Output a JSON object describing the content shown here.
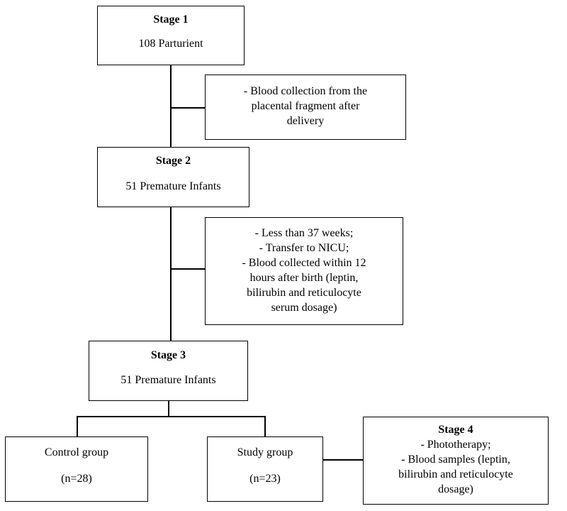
{
  "stage1": {
    "title": "Stage 1",
    "body": "108 Parturient"
  },
  "note1": {
    "lines": [
      "- Blood collection from the",
      "placental fragment after",
      "delivery"
    ]
  },
  "stage2": {
    "title": "Stage 2",
    "body": "51 Premature Infants"
  },
  "note2": {
    "lines": [
      "- Less than 37 weeks;",
      "- Transfer to NICU;",
      "- Blood collected within 12",
      "hours after birth (leptin,",
      "bilirubin and reticulocyte",
      "serum dosage)"
    ]
  },
  "stage3": {
    "title": "Stage 3",
    "body": "51 Premature Infants"
  },
  "control": {
    "label": "Control group",
    "count": "(n=28)"
  },
  "study": {
    "label": "Study group",
    "count": "(n=23)"
  },
  "stage4": {
    "title": "Stage 4",
    "lines": [
      "- Phototherapy;",
      "- Blood samples (leptin,",
      "bilirubin and reticulocyte",
      "dosage)"
    ]
  }
}
